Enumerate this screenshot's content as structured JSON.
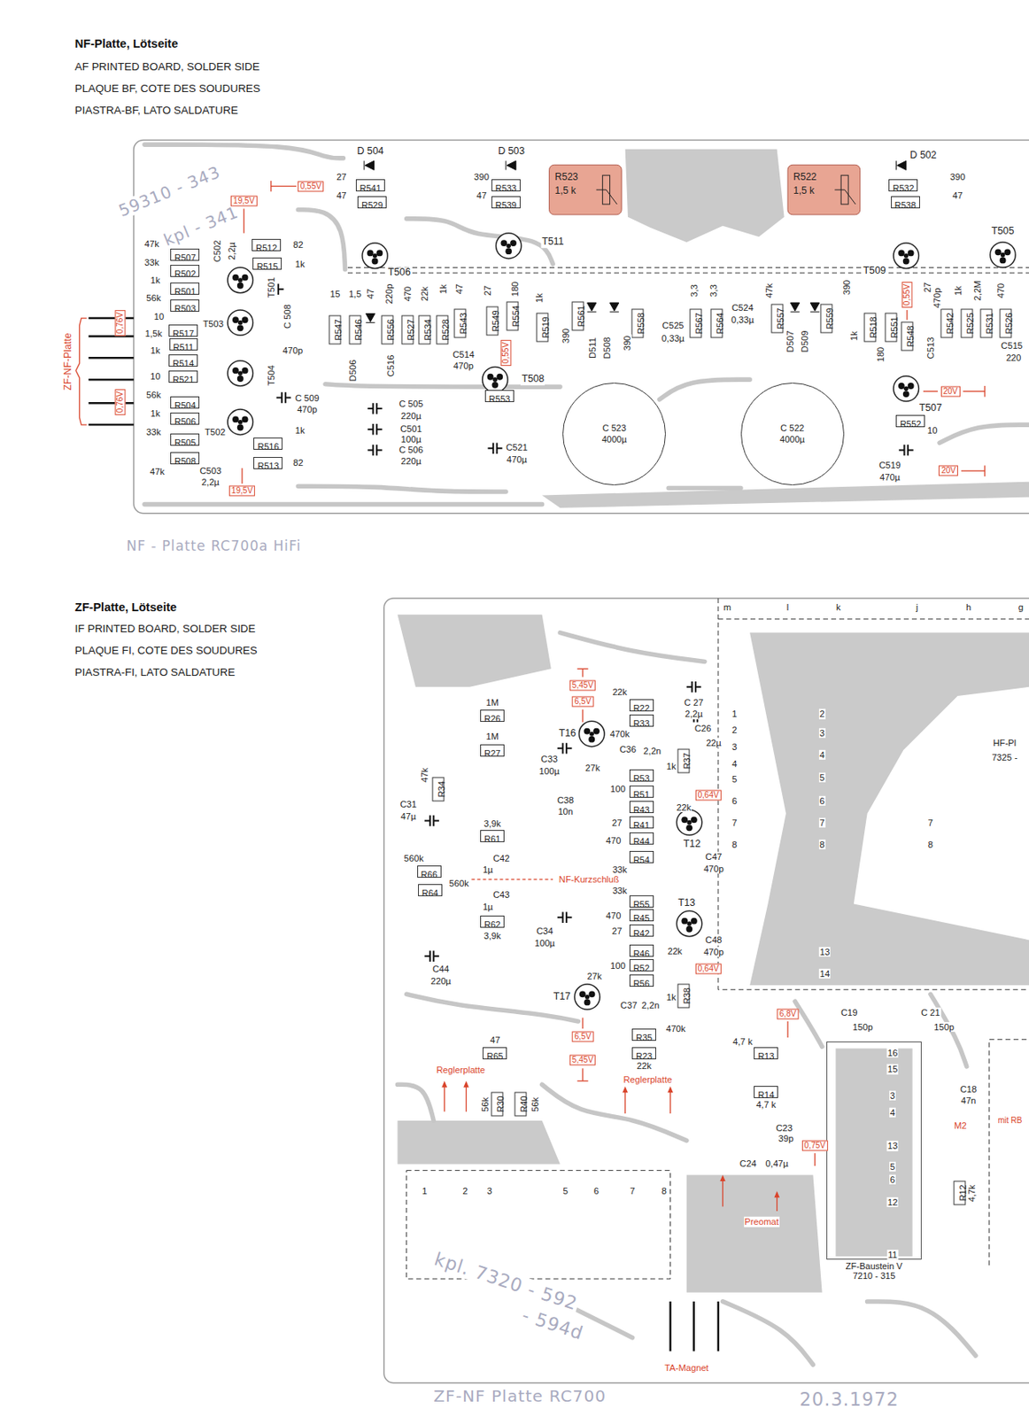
{
  "diagram": {
    "nodes": [
      {
        "text": [
          "NF - Platte RC700a HiFi"
        ]
      },
      {
        "text": [
          "R541"
        ],
        "in": 0
      },
      {
        "text": [
          "R529"
        ],
        "in": 0
      },
      {
        "text": [
          "R533"
        ],
        "in": 0
      },
      {
        "text": [
          "R539"
        ],
        "in": 0
      },
      {
        "text": [
          "R523",
          "1,5 k"
        ],
        "in": 0
      },
      {
        "text": [
          "R522",
          "1,5 k"
        ],
        "in": 0
      },
      {
        "text": [
          "R532"
        ],
        "in": 0
      },
      {
        "text": [
          "R538"
        ],
        "in": 0
      },
      {
        "text": [
          "R512"
        ],
        "in": 0
      },
      {
        "text": [
          "R507"
        ],
        "in": 0
      },
      {
        "text": [
          "R515"
        ],
        "in": 0
      },
      {
        "text": [
          "R502"
        ],
        "in": 0
      },
      {
        "text": [
          "R501"
        ],
        "in": 0
      },
      {
        "text": [
          "R503"
        ],
        "in": 0
      },
      {
        "text": [
          "R547"
        ],
        "in": 0
      },
      {
        "text": [
          "R546"
        ],
        "in": 0
      },
      {
        "text": [
          "R556"
        ],
        "in": 0
      },
      {
        "text": [
          "R527"
        ],
        "in": 0
      },
      {
        "text": [
          "R534"
        ],
        "in": 0
      },
      {
        "text": [
          "R528"
        ],
        "in": 0
      },
      {
        "text": [
          "R543"
        ],
        "in": 0
      },
      {
        "text": [
          "R549"
        ],
        "in": 0
      },
      {
        "text": [
          "R554"
        ],
        "in": 0
      },
      {
        "text": [
          "R519"
        ],
        "in": 0
      },
      {
        "text": [
          "R561"
        ],
        "in": 0
      },
      {
        "text": [
          "R558"
        ],
        "in": 0
      },
      {
        "text": [
          "R567"
        ],
        "in": 0
      },
      {
        "text": [
          "R564"
        ],
        "in": 0
      },
      {
        "text": [
          "R557"
        ],
        "in": 0
      },
      {
        "text": [
          "R559"
        ],
        "in": 0
      },
      {
        "text": [
          "R518"
        ],
        "in": 0
      },
      {
        "text": [
          "R551"
        ],
        "in": 0
      },
      {
        "text": [
          "R548"
        ],
        "in": 0
      },
      {
        "text": [
          "R542"
        ],
        "in": 0
      },
      {
        "text": [
          "R525"
        ],
        "in": 0
      },
      {
        "text": [
          "R531"
        ],
        "in": 0
      },
      {
        "text": [
          "R526"
        ],
        "in": 0
      },
      {
        "text": [
          "R517"
        ],
        "in": 0
      },
      {
        "text": [
          "R511"
        ],
        "in": 0
      },
      {
        "text": [
          "R514"
        ],
        "in": 0
      },
      {
        "text": [
          "R521"
        ],
        "in": 0
      },
      {
        "text": [
          "R553"
        ],
        "in": 0
      },
      {
        "text": [
          "R504"
        ],
        "in": 0
      },
      {
        "text": [
          "R506"
        ],
        "in": 0
      },
      {
        "text": [
          "R552"
        ],
        "in": 0
      },
      {
        "text": [
          "C 523",
          "4000µ"
        ],
        "in": 0
      },
      {
        "text": [
          "C 522",
          "4000µ"
        ],
        "in": 0
      },
      {
        "text": [
          "R505"
        ],
        "in": 0
      },
      {
        "text": [
          "R516"
        ],
        "in": 0
      },
      {
        "text": [
          "R508"
        ],
        "in": 0
      },
      {
        "text": [
          "R513"
        ],
        "in": 0
      },
      {
        "text": [
          "ZF-NF Platte RC700"
        ]
      },
      {
        "text": [
          "R22"
        ],
        "in": 52
      },
      {
        "text": [
          "R26"
        ],
        "in": 52
      },
      {
        "text": [
          "R33"
        ],
        "in": 52
      },
      {
        "text": [
          "R27"
        ],
        "in": 52
      },
      {
        "text": [
          "R37"
        ],
        "in": 52
      },
      {
        "text": [
          "R53"
        ],
        "in": 52
      },
      {
        "text": [
          "R34"
        ],
        "in": 52
      },
      {
        "text": [
          "R51"
        ],
        "in": 52
      },
      {
        "text": [
          "R43"
        ],
        "in": 52
      },
      {
        "text": [
          "R41"
        ],
        "in": 52
      },
      {
        "text": [
          "R61"
        ],
        "in": 52
      },
      {
        "text": [
          "R44"
        ],
        "in": 52
      },
      {
        "text": [
          "R54"
        ],
        "in": 52
      },
      {
        "text": [
          "R66"
        ],
        "in": 52
      },
      {
        "text": [
          "R64"
        ],
        "in": 52
      },
      {
        "text": [
          "R55"
        ],
        "in": 52
      },
      {
        "text": [
          "R45"
        ],
        "in": 52
      },
      {
        "text": [
          "R62"
        ],
        "in": 52
      },
      {
        "text": [
          "R42"
        ],
        "in": 52
      },
      {
        "text": [
          "R46"
        ],
        "in": 52
      },
      {
        "text": [
          "R52"
        ],
        "in": 52
      },
      {
        "text": [
          "R56"
        ],
        "in": 52
      },
      {
        "text": [
          "R38"
        ],
        "in": 52
      },
      {
        "text": [
          "R35"
        ],
        "in": 52
      },
      {
        "text": [
          "R65"
        ],
        "in": 52
      },
      {
        "text": [
          "R13"
        ],
        "in": 52
      },
      {
        "text": [
          "R23"
        ],
        "in": 52
      },
      {
        "text": [
          "R14"
        ],
        "in": 52
      },
      {
        "text": [
          "R30"
        ],
        "in": 52
      },
      {
        "text": [
          "R40"
        ],
        "in": 52
      },
      {
        "text": [
          "R12"
        ],
        "in": 52
      },
      {
        "text": [
          "ZF-Baustein V",
          "7210 - 315"
        ],
        "in": 52
      }
    ],
    "labels": [
      "NF-Platte, Lötseite",
      "AF PRINTED BOARD, SOLDER SIDE",
      "PLAQUE BF, COTE DES SOUDURES",
      "PIASTRA-BF, LATO SALDATURE",
      "59310 - 343",
      "kpl - 341",
      "D 504",
      "27",
      "47",
      "0,55V",
      "19,5V",
      "T506",
      "D 503",
      "390",
      "47",
      "T511",
      "D 502",
      "390",
      "47",
      "T509",
      "T505",
      "C502",
      "2,2µ",
      "82",
      "1k",
      "47k",
      "33k",
      "1k",
      "56k",
      "10",
      "1,5k",
      "1k",
      "10",
      "56k",
      "1k",
      "33k",
      "47k",
      "T501",
      "T503",
      "T504",
      "T502",
      "C 508",
      "470p",
      "15",
      "1,5",
      "47",
      "D506",
      "220p",
      "C516",
      "470",
      "22k",
      "1k",
      "47",
      "C514",
      "470p",
      "27",
      "180",
      "0,55V",
      "1k",
      "390",
      "D511",
      "D508",
      "390",
      "C525",
      "0,33µ",
      "3,3",
      "3,3",
      "C524",
      "0,33µ",
      "47k",
      "D507",
      "D509",
      "390",
      "1k",
      "180",
      "0,55V",
      "27",
      "470p",
      "C513",
      "1k",
      "2,2M",
      "470",
      "C515",
      "220",
      "20V",
      "T508",
      "T507",
      "C 509",
      "470p",
      "C 505",
      "220µ",
      "C501",
      "100µ",
      "C 506",
      "220µ",
      "C521",
      "470µ",
      "10",
      "C519",
      "470µ",
      "20V",
      "C503",
      "2,2µ",
      "82",
      "1k",
      "19,5V",
      "0,76V",
      "0,76V",
      "ZF-NF-Platte",
      "ZF-Platte, Lötseite",
      "IF PRINTED BOARD, SOLDER SIDE",
      "PLAQUE FI, COTE DES SOUDURES",
      "PIASTRA-FI, LATO SALDATURE",
      "m",
      "l",
      "k",
      "j",
      "h",
      "g",
      "HF-Pl",
      "7325 -",
      "5,45V",
      "6,5V",
      "C 27",
      "2,2µ",
      "C26",
      "22µ",
      "22k",
      "470k",
      "1M",
      "1M",
      "47k",
      "C31",
      "47µ",
      "C33",
      "100µ",
      "T16",
      "C36",
      "2,2n",
      "27k",
      "1k",
      "C38",
      "10n",
      "100",
      "22k",
      "0,64V",
      "27",
      "470",
      "T12",
      "C47",
      "470p",
      "33k",
      "3,9k",
      "560k",
      "C42",
      "1µ",
      "NF-Kurzschluß",
      "560k",
      "C43",
      "1µ",
      "33k",
      "470",
      "T13",
      "27",
      "C34",
      "100µ",
      "3,9k",
      "C48",
      "470p",
      "22k",
      "100",
      "0,64V",
      "C44",
      "220µ",
      "27k",
      "1k",
      "C37",
      "2,2n",
      "T17",
      "6,5V",
      "5,45V",
      "470k",
      "22k",
      "47",
      "Reglerplatte",
      "Reglerplatte",
      "56k",
      "56k",
      "6,8V",
      "C19",
      "150p",
      "C 21",
      "150p",
      "4,7 k",
      "4,7 k",
      "C23",
      "39p",
      "0,75V",
      "C24",
      "0,47µ",
      "Preomat",
      "C18",
      "47n",
      "M2",
      "mit RB",
      "4,7k",
      "1",
      "2",
      "3",
      "4",
      "5",
      "6",
      "7",
      "8",
      "2",
      "3",
      "4",
      "5",
      "6",
      "7",
      "8",
      "7",
      "8",
      "13",
      "14",
      "16",
      "15",
      "3",
      "4",
      "13",
      "5",
      "6",
      "12",
      "11",
      "1",
      "2",
      "3",
      "5",
      "6",
      "7",
      "8",
      "kpl. 7320 - 592",
      "- 594d",
      "TA-Magnet",
      "20.3.1972"
    ]
  }
}
